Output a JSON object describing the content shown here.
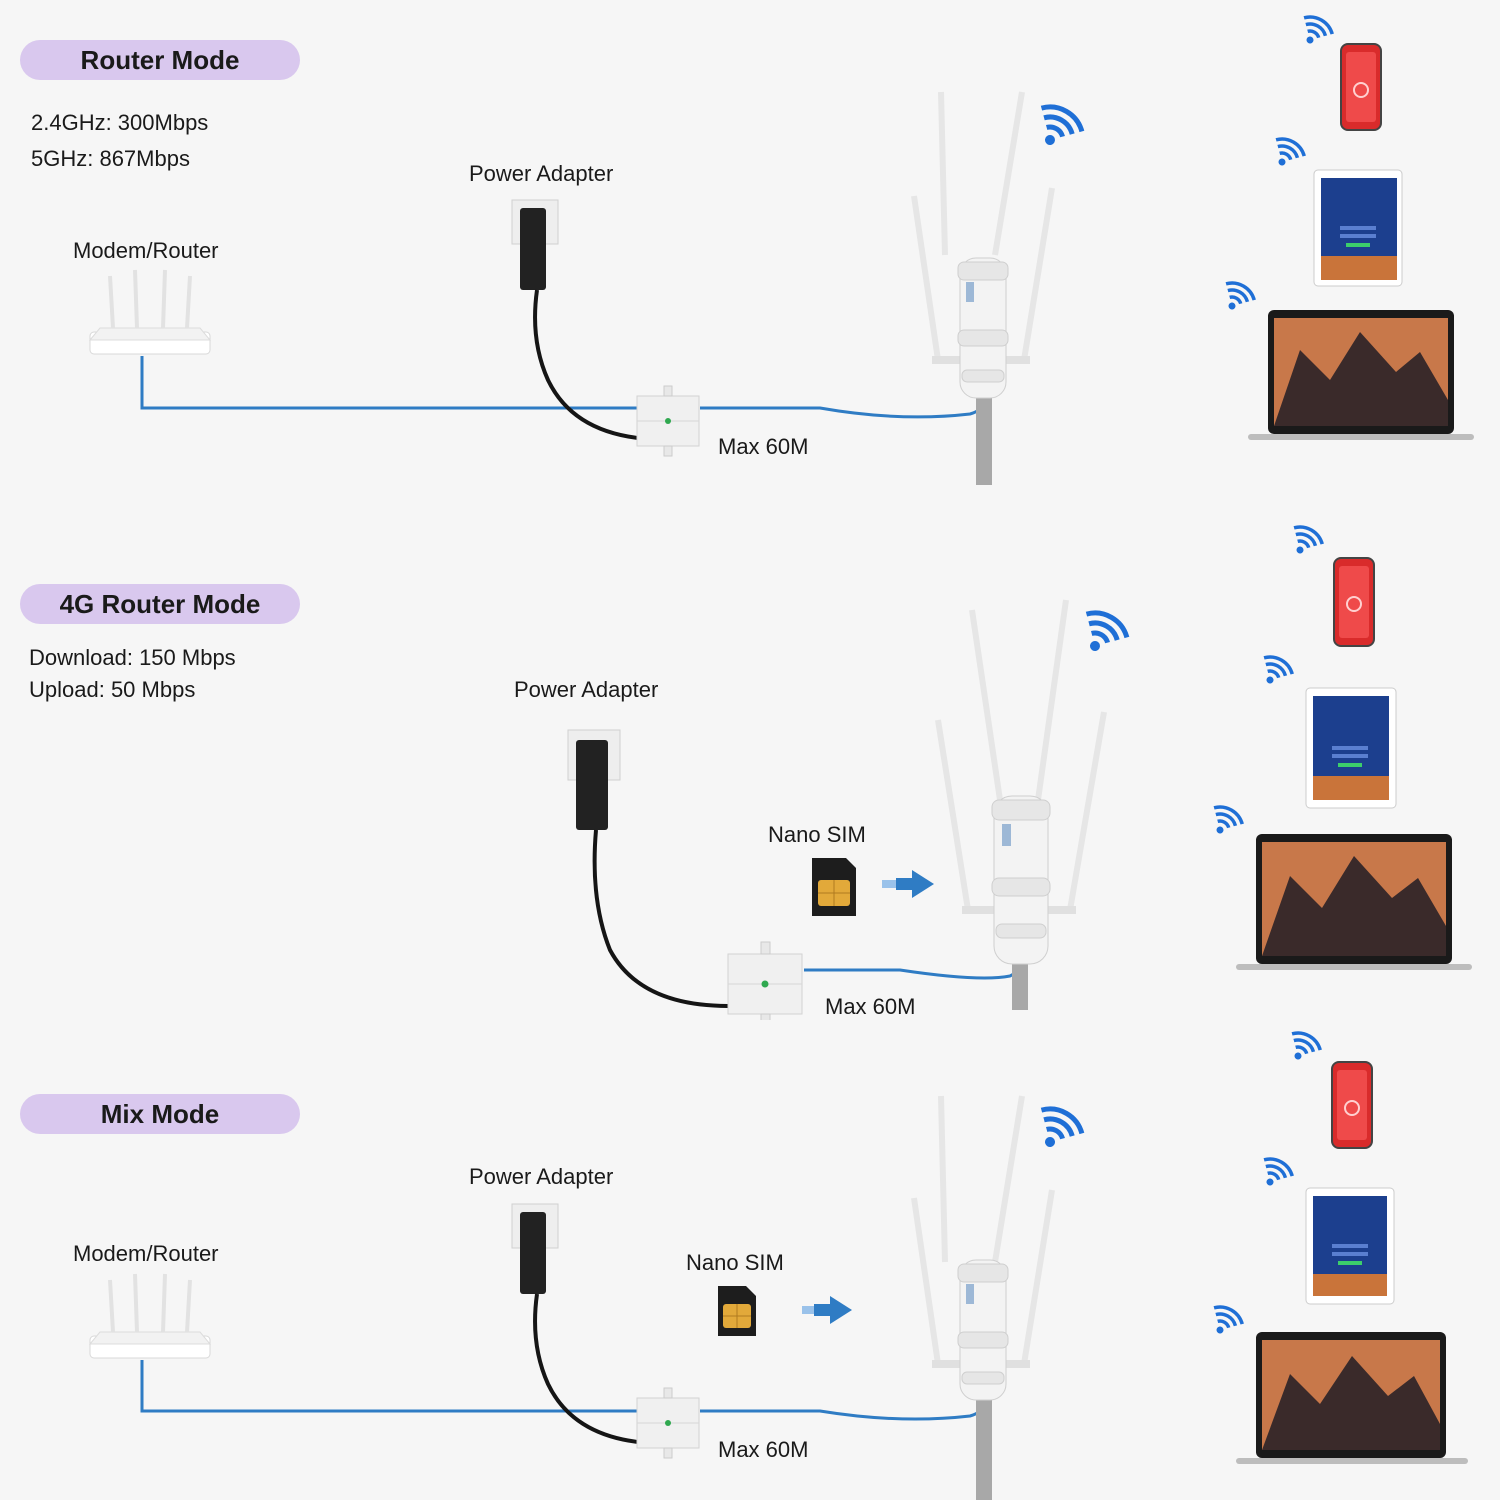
{
  "colors": {
    "pill": "#d9c8ee",
    "cable_blue": "#2f7cc4",
    "wifi_blue": "#1f6fd6",
    "power_cable": "#151515"
  },
  "sections": [
    {
      "title": "Router Mode",
      "specs": [
        "2.4GHz: 300Mbps",
        "5GHz: 867Mbps"
      ],
      "modem_label": "Modem/Router",
      "power_label": "Power Adapter",
      "distance_label": "Max 60M"
    },
    {
      "title": "4G Router Mode",
      "specs": [
        "Download: 150 Mbps",
        "Upload: 50 Mbps"
      ],
      "power_label": "Power Adapter",
      "sim_label": "Nano SIM",
      "distance_label": "Max 60M"
    },
    {
      "title": "Mix Mode",
      "modem_label": "Modem/Router",
      "power_label": "Power Adapter",
      "sim_label": "Nano SIM",
      "distance_label": "Max 60M"
    }
  ],
  "icons": [
    "wifi-icon",
    "phone-icon",
    "tablet-icon",
    "laptop-icon",
    "sim-card-icon",
    "arrow-right-icon",
    "router-icon",
    "poe-injector-icon",
    "outdoor-access-point-icon",
    "power-adapter-icon"
  ]
}
